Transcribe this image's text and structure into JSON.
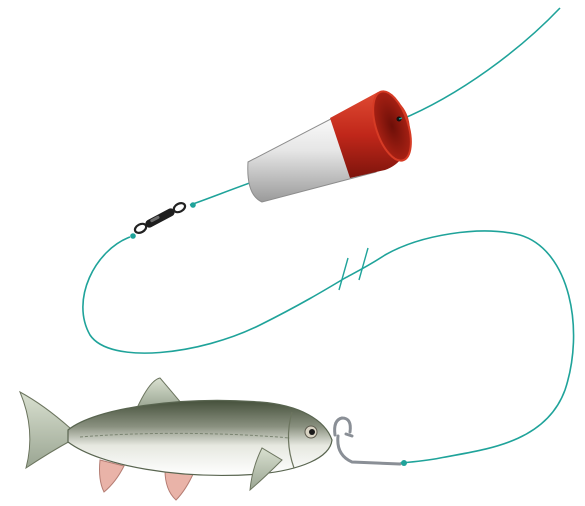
{
  "illustration": {
    "components": [
      {
        "id": "main-line",
        "icon": "fishing-line"
      },
      {
        "id": "float",
        "icon": "popper-float"
      },
      {
        "id": "swivel",
        "icon": "barrel-swivel"
      },
      {
        "id": "leader",
        "icon": "leader-line"
      },
      {
        "id": "line-break",
        "icon": "break-marks"
      },
      {
        "id": "hook",
        "icon": "fish-hook"
      },
      {
        "id": "bait",
        "icon": "baitfish"
      }
    ],
    "colors": {
      "line": "#1fa39a",
      "float_top": "#c0271a",
      "float_body": "#e8e8e8",
      "swivel": "#222222",
      "hook": "#8a8f96",
      "fish_back": "#5e6b4f",
      "fish_belly": "#f4f4ef",
      "fins": "#e9b3a8"
    }
  }
}
